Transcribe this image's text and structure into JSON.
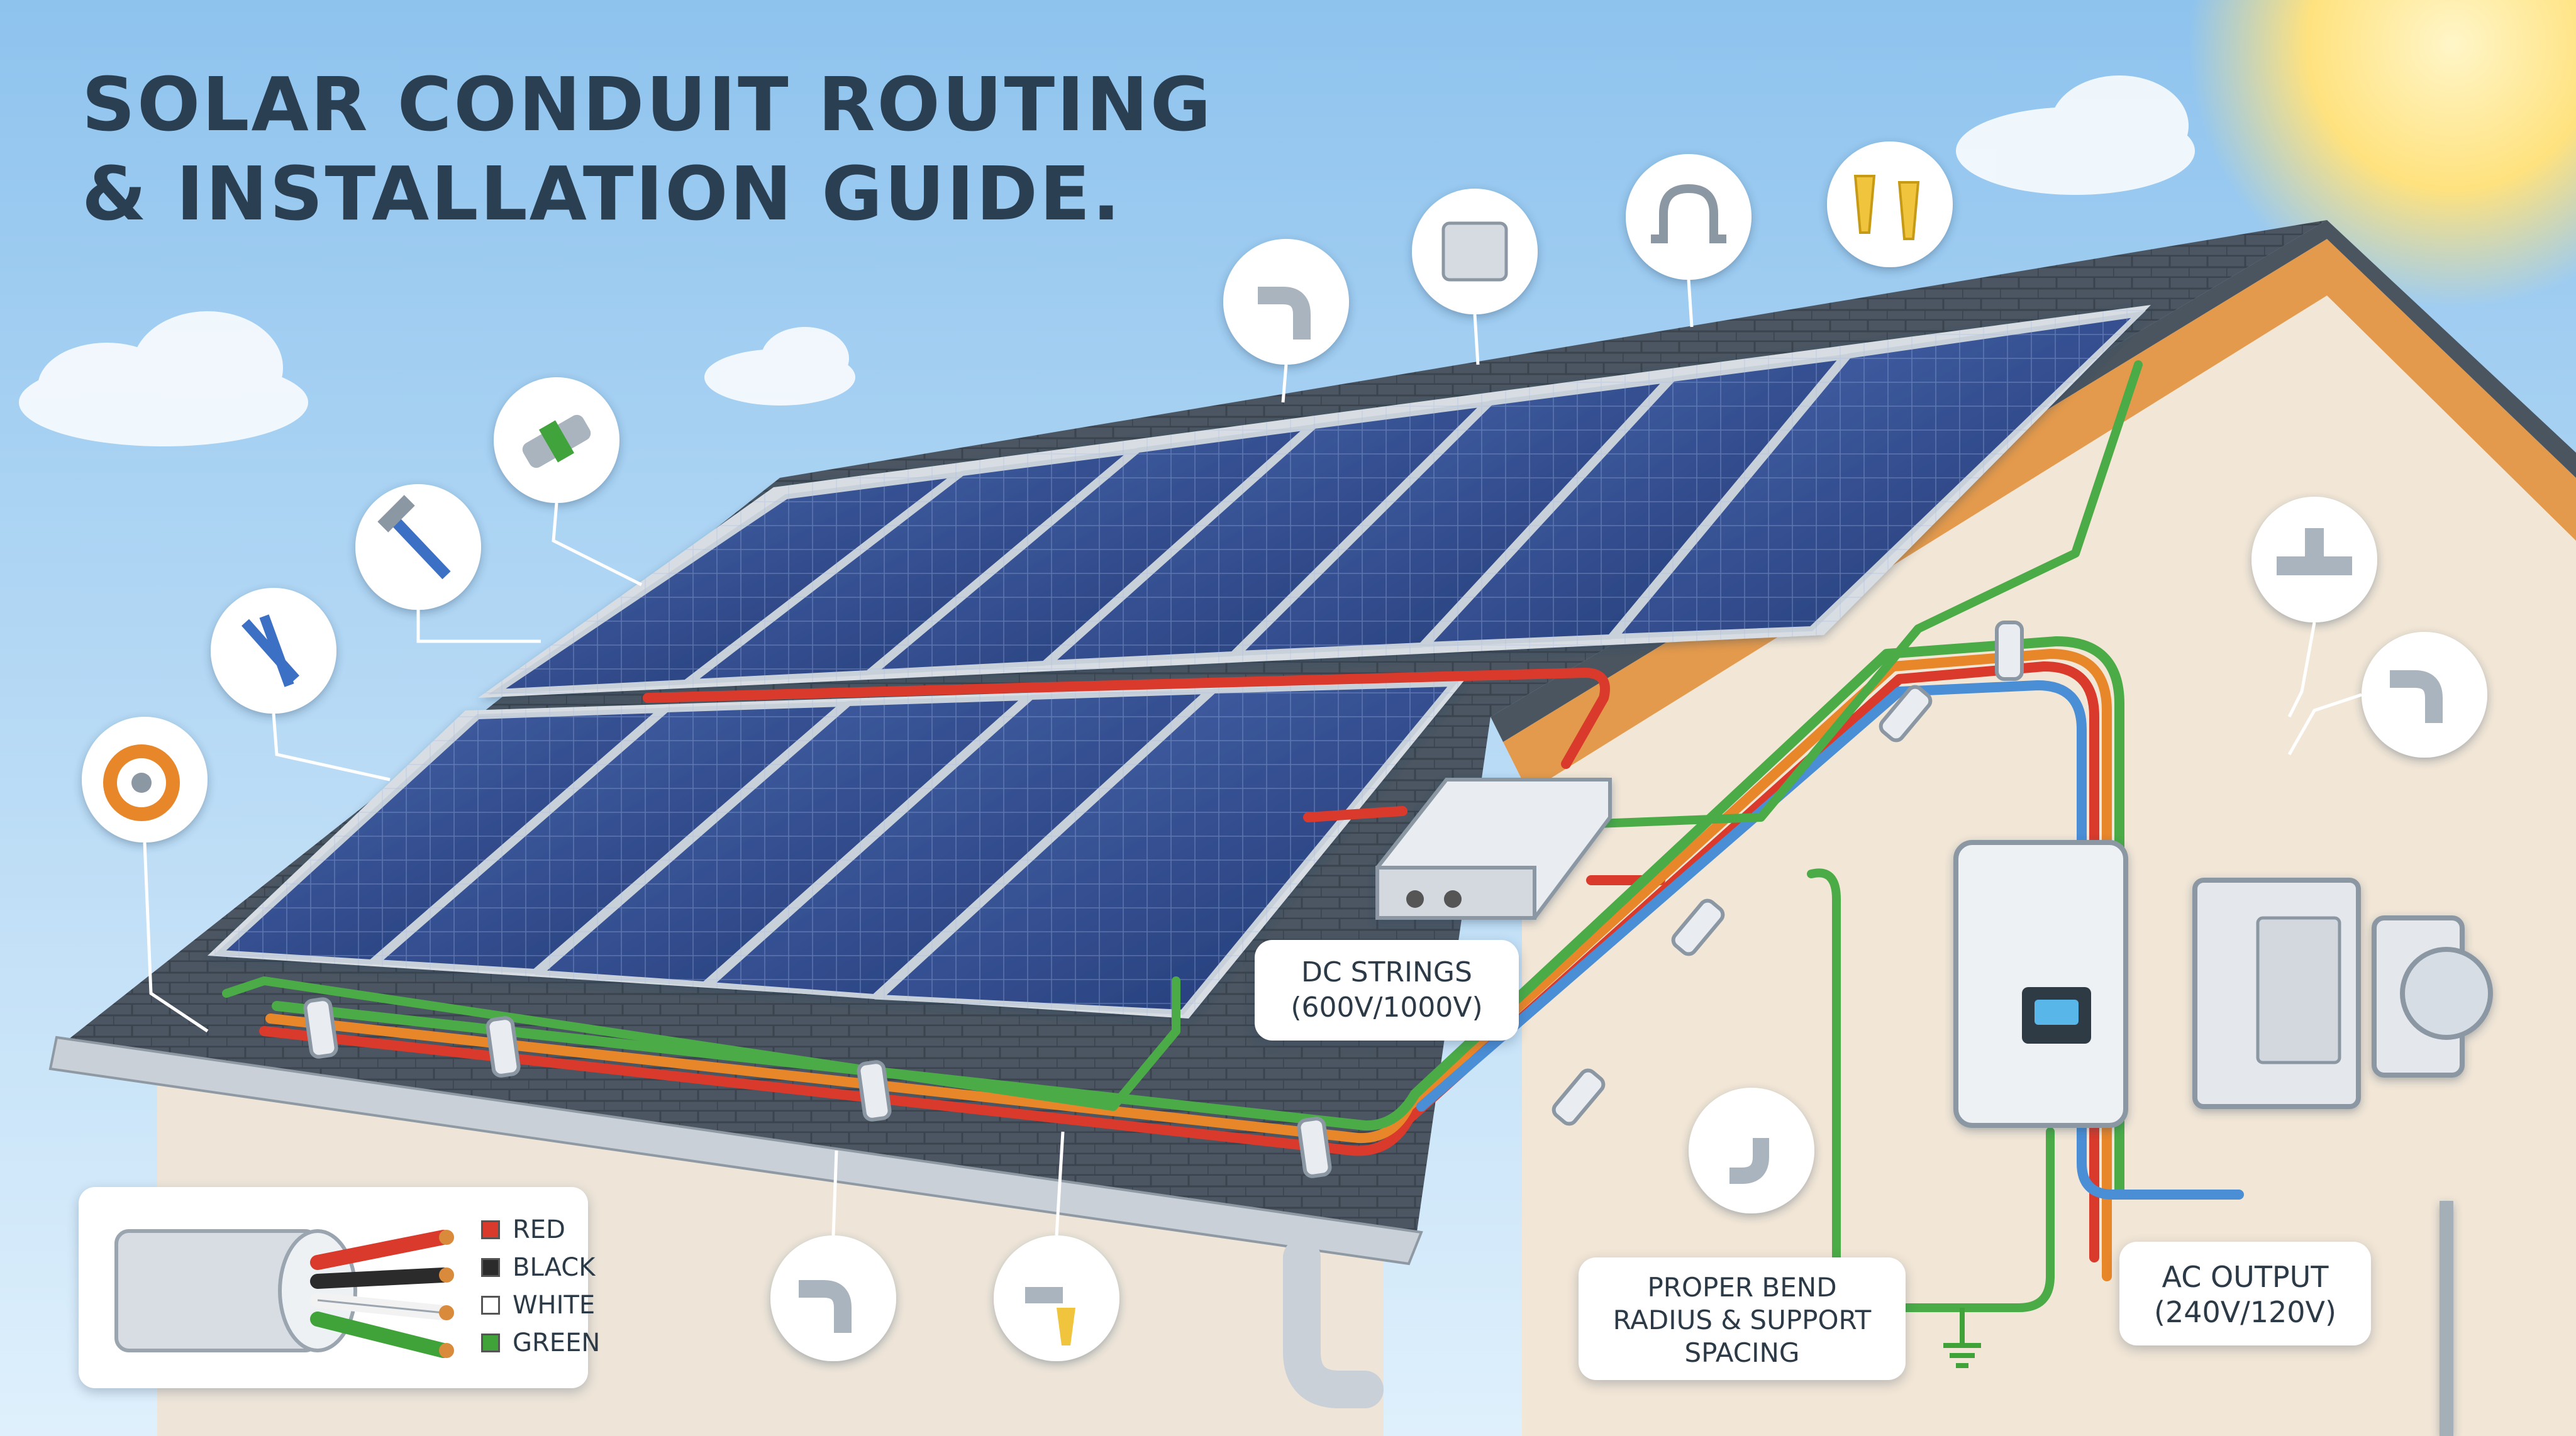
{
  "title": {
    "line1": "SOLAR CONDUIT ROUTING",
    "line2": "& INSTALLATION GUIDE."
  },
  "callouts": {
    "dc_strings": {
      "line1": "DC STRINGS",
      "line2": "(600V/1000V)"
    },
    "bend_radius": {
      "line1": "PROPER BEND",
      "line2": "RADIUS & SUPPORT",
      "line3": "SPACING"
    },
    "ac_output": {
      "line1": "AC OUTPUT",
      "line2": "(240V/120V)"
    }
  },
  "legend": {
    "items": [
      {
        "label": "RED",
        "color": "#d93a2b"
      },
      {
        "label": "BLACK",
        "color": "#2b2b2b"
      },
      {
        "label": "WHITE",
        "color": "#ffffff"
      },
      {
        "label": "GREEN",
        "color": "#3fa33a"
      }
    ]
  },
  "colors": {
    "sky_top": "#9fcdf2",
    "sky_bottom": "#e3f1fc",
    "wall": "#f3e8d9",
    "roof_shingles": "#4a5560",
    "fascia": "#e49a4c",
    "panel": "#2f4a8a",
    "conduit_red": "#d93a2b",
    "conduit_orange": "#e8862a",
    "conduit_green": "#4bab47",
    "conduit_blue": "#4a8ed6",
    "sun": "#ffe07a"
  },
  "icons": [
    "elbow-fitting-icon",
    "junction-box-icon",
    "conduit-strap-icon",
    "wire-nut-icon",
    "coupling-icon",
    "hammer-icon",
    "wire-stripper-icon",
    "fish-tape-icon",
    "tee-fitting-icon",
    "sweep-elbow-icon",
    "bend-icon",
    "conduit-elbow-icon",
    "wire-connector-icon"
  ]
}
